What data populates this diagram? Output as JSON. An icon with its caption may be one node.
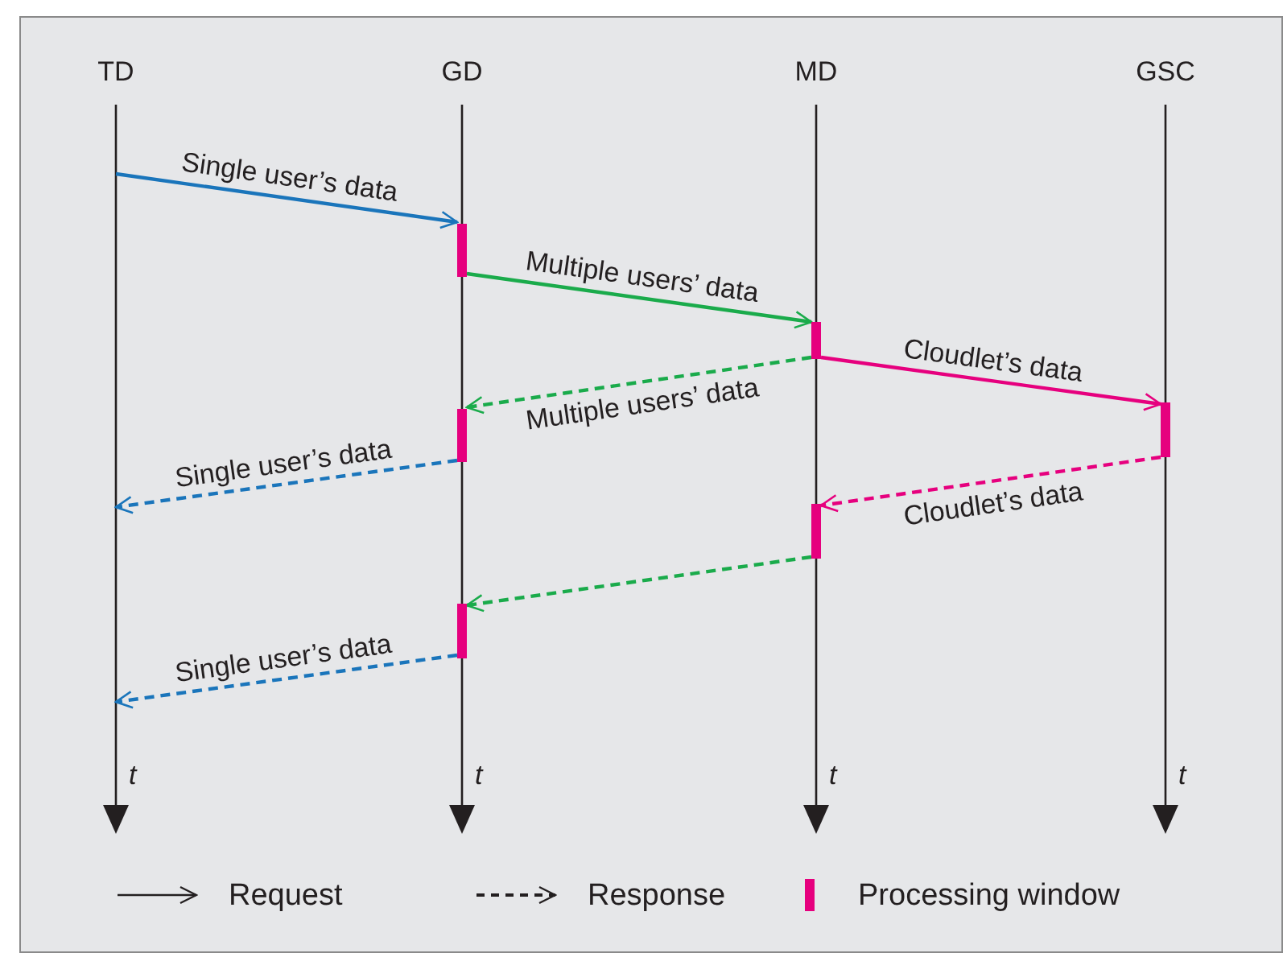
{
  "diagram": {
    "nodes": [
      {
        "text": [],
        "shape": "bar"
      },
      {
        "text": [],
        "shape": "bar"
      },
      {
        "text": [],
        "shape": "bar"
      },
      {
        "text": [],
        "shape": "bar"
      },
      {
        "text": [],
        "shape": "bar"
      },
      {
        "text": [],
        "shape": "bar"
      }
    ],
    "edges": [
      {
        "from": null,
        "to": 0,
        "arrow": "to",
        "label": "Single user’s data",
        "color": "#1a75bb"
      },
      {
        "from": 0,
        "to": 1,
        "arrow": "to",
        "label": "Multiple users’ data",
        "color": "#1aab4b"
      },
      {
        "from": 1,
        "to": 2,
        "arrow": "to",
        "label": "Cloudlet’s data",
        "color": "#e6007e"
      },
      {
        "from": 1,
        "to": 3,
        "arrow": "to",
        "label": "Multiple users’ data",
        "style": "dashed",
        "color": "#1aab4b"
      },
      {
        "from": 3,
        "to": null,
        "arrow": "to",
        "label": "Single user’s data",
        "style": "dashed",
        "color": "#1a75bb"
      },
      {
        "from": 2,
        "to": 4,
        "arrow": "to",
        "label": "Cloudlet’s data",
        "style": "dashed",
        "color": "#e6007e"
      },
      {
        "from": 4,
        "to": 5,
        "arrow": "to",
        "style": "dashed",
        "color": "#1aab4b"
      },
      {
        "from": 5,
        "to": null,
        "arrow": "to",
        "label": "Single user’s data",
        "style": "dashed",
        "color": "#1a75bb"
      }
    ],
    "labels": [
      "TD",
      "GD",
      "MD",
      "GSC",
      "t",
      "t",
      "t",
      "t"
    ],
    "legend": [
      {
        "text": "Request"
      },
      {
        "text": "Response"
      },
      {
        "text": "Processing window",
        "color": "#e6007e"
      }
    ]
  }
}
